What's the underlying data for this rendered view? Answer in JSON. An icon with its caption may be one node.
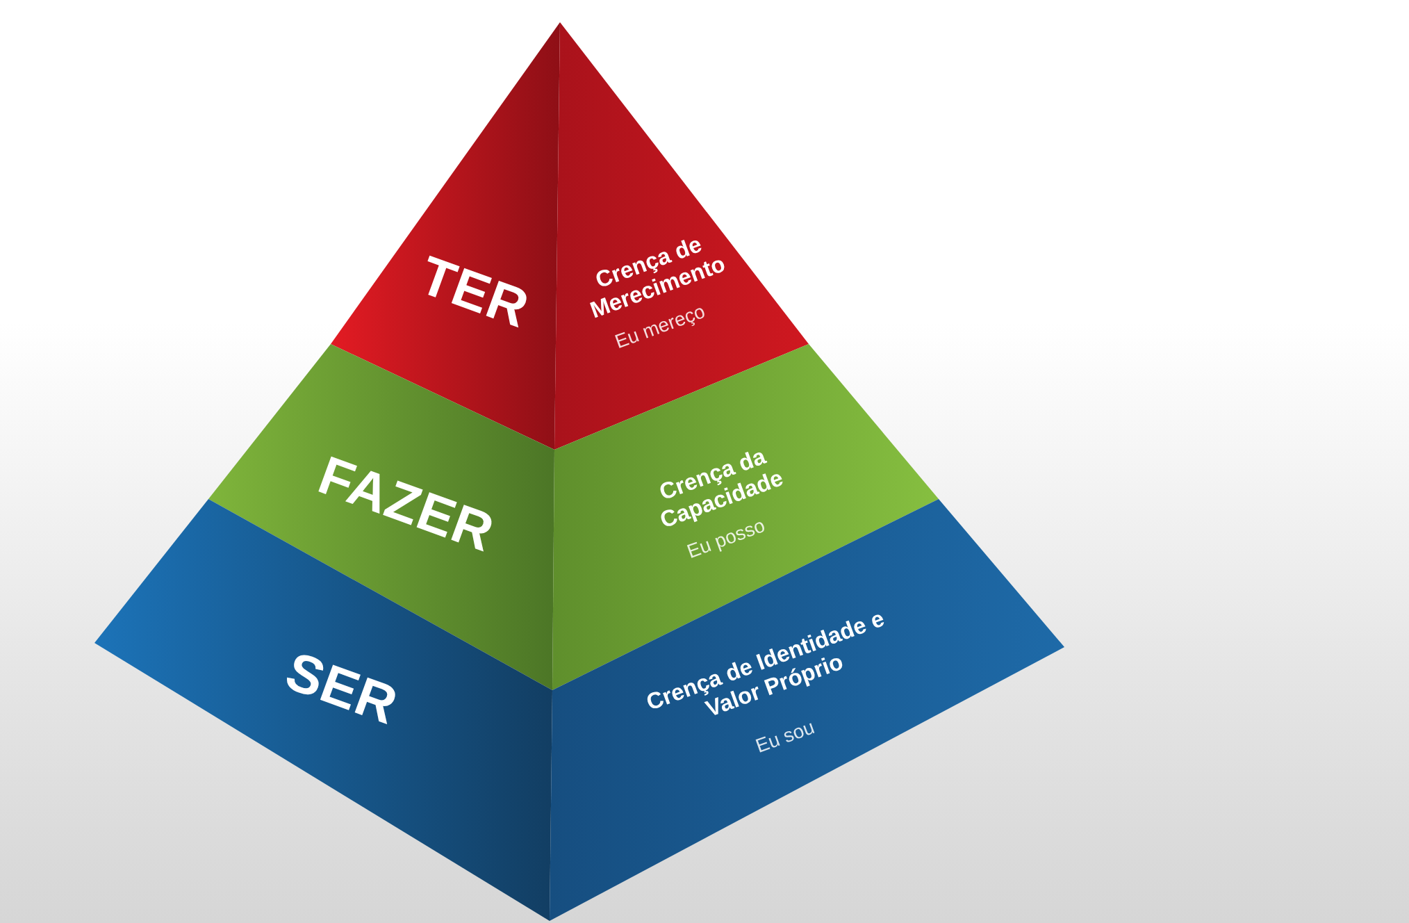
{
  "diagram": {
    "nodes": [
      {
        "text": [
          "TER",
          "Crença de Merecimento",
          "Eu mereço"
        ]
      },
      {
        "text": [
          "FAZER",
          "Crença da Capacidade",
          "Eu posso"
        ]
      },
      {
        "text": [
          "SER",
          "Crença de Identidade e Valor Próprio",
          "Eu sou"
        ]
      }
    ],
    "edges": []
  }
}
